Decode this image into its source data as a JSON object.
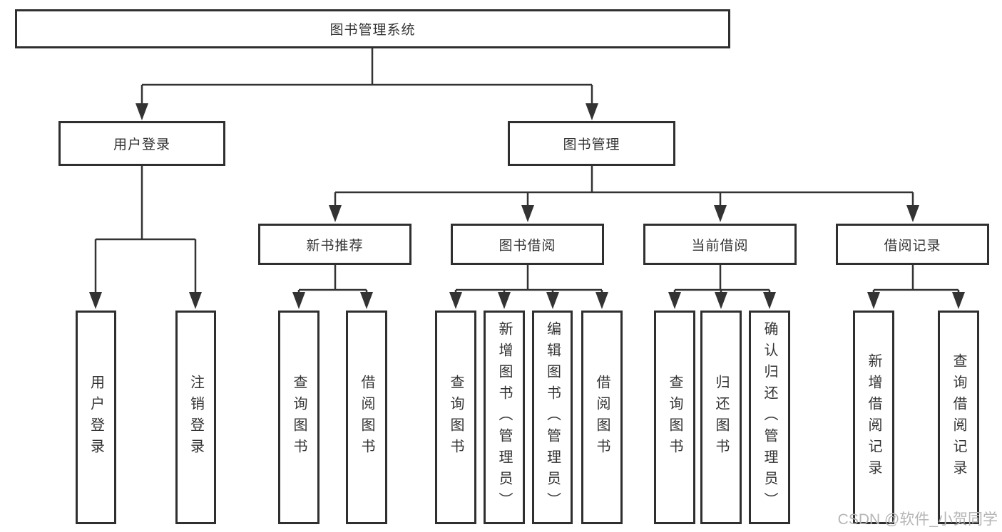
{
  "diagram": {
    "type": "hierarchy-tree",
    "orientation": "top-down"
  },
  "colors": {
    "line": "#333333",
    "box_border": "#2f2f2f",
    "box_fill": "#ffffff",
    "text": "#333333",
    "watermark": "#b5b5b5"
  },
  "tree": {
    "label": "图书管理系统",
    "children": [
      {
        "label": "用户登录",
        "children": [
          {
            "label": "用户登录"
          },
          {
            "label": "注销登录"
          }
        ]
      },
      {
        "label": "图书管理",
        "children": [
          {
            "label": "新书推荐",
            "children": [
              {
                "label": "查询图书"
              },
              {
                "label": "借阅图书"
              }
            ]
          },
          {
            "label": "图书借阅",
            "children": [
              {
                "label": "查询图书"
              },
              {
                "label": "新增图书（管理员）"
              },
              {
                "label": "编辑图书（管理员）"
              },
              {
                "label": "借阅图书"
              }
            ]
          },
          {
            "label": "当前借阅",
            "children": [
              {
                "label": "查询图书"
              },
              {
                "label": "归还图书"
              },
              {
                "label": "确认归还（管理员）"
              }
            ]
          },
          {
            "label": "借阅记录",
            "children": [
              {
                "label": "新增借阅记录"
              },
              {
                "label": "查询借阅记录"
              }
            ]
          }
        ]
      }
    ]
  },
  "watermark": "CSDN @软件_小贺同学"
}
